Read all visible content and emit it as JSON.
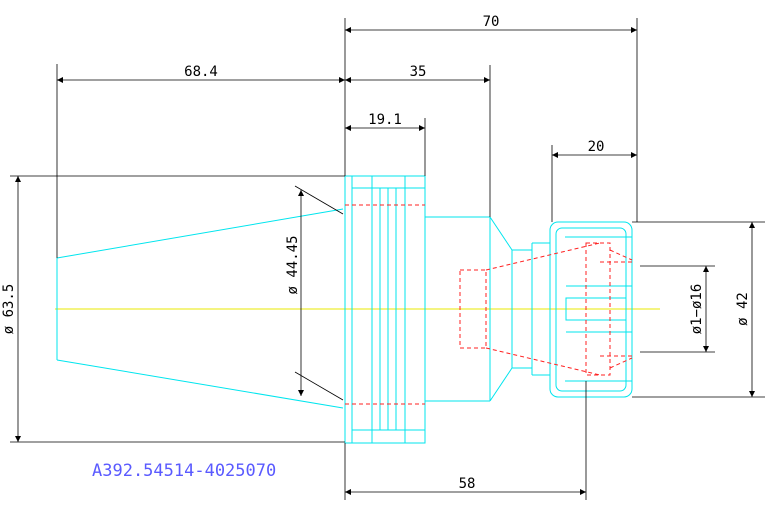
{
  "drawing": {
    "part_number": "A392.54514-4025070",
    "dimensions": {
      "overall_length": "70",
      "taper_length": "68.4",
      "flange_to_shoulder": "35",
      "flange_width": "19.1",
      "nut_length": "20",
      "gauge_to_nut_end": "58",
      "taper_diameter": "ø 63.5",
      "flange_diameter": "ø 44.45",
      "collet_range": "ø1−ø16",
      "nut_diameter": "ø 42"
    },
    "colors": {
      "outline": "#00e5ee",
      "hidden": "#ff2020",
      "centerline": "#e8e800",
      "dimension": "#000000",
      "label": "#5a5aff"
    }
  }
}
